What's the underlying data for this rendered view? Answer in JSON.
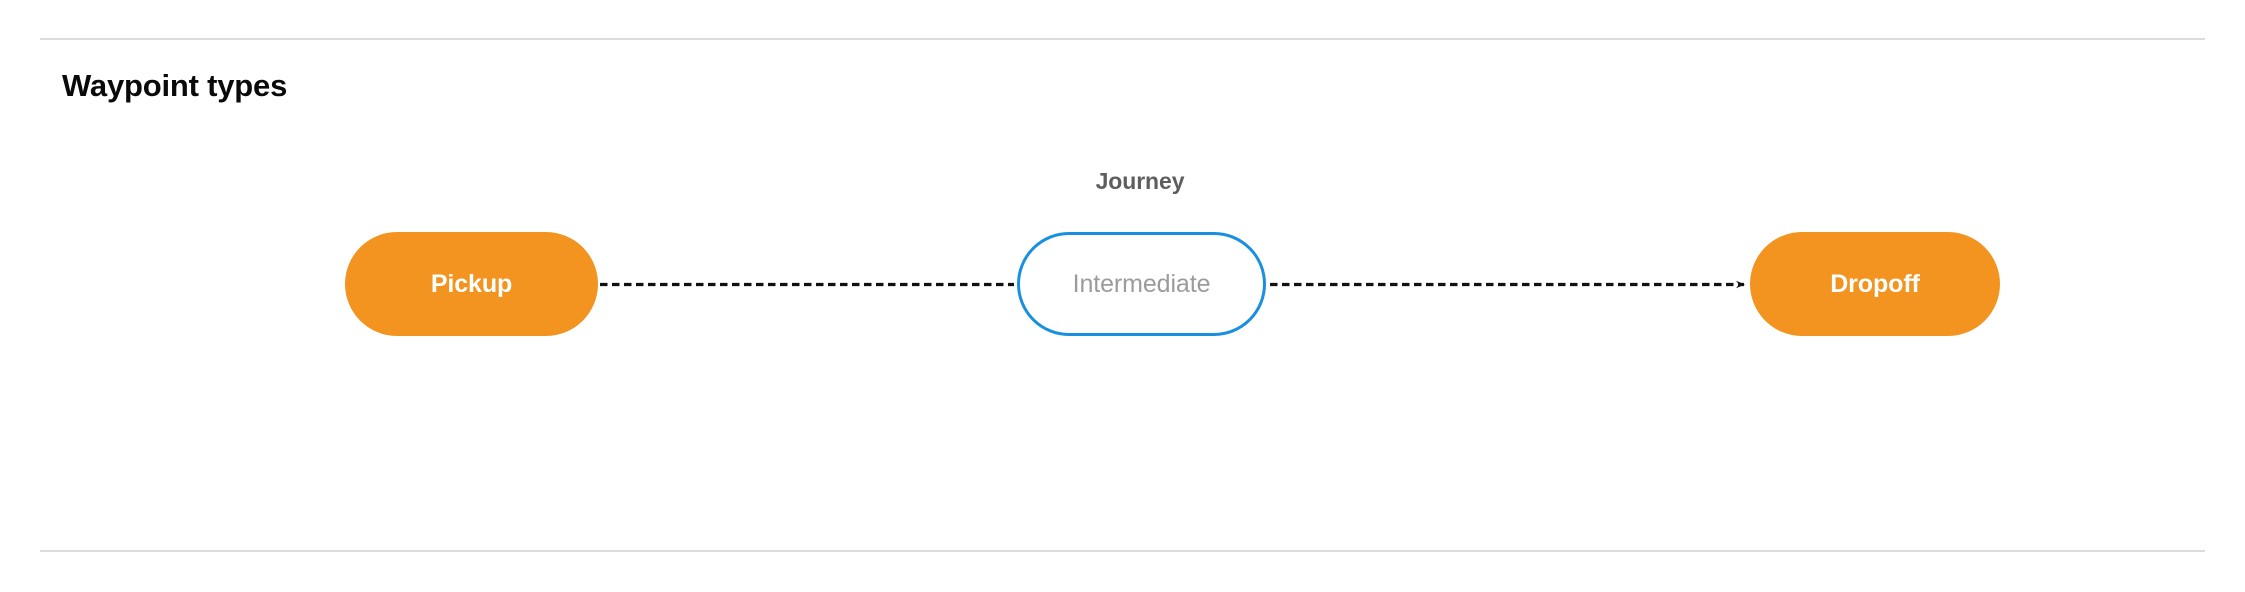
{
  "section": {
    "title": "Waypoint types"
  },
  "diagram": {
    "caption": "Journey",
    "nodes": [
      {
        "id": "pickup",
        "label": "Pickup",
        "style": "filled",
        "fill": "#F2941F",
        "text_color": "#ffffff"
      },
      {
        "id": "intermediate",
        "label": "Intermediate",
        "style": "outline",
        "fill": "#ffffff",
        "border_color": "#1a8fe0",
        "text_color": "#9b9b9b"
      },
      {
        "id": "dropoff",
        "label": "Dropoff",
        "style": "filled",
        "fill": "#F2941F",
        "text_color": "#ffffff"
      }
    ],
    "edges": [
      {
        "from": "pickup",
        "to": "intermediate",
        "line": "dashed",
        "arrowhead": false,
        "color": "#111111"
      },
      {
        "from": "intermediate",
        "to": "dropoff",
        "line": "dashed",
        "arrowhead": true,
        "color": "#111111"
      }
    ]
  },
  "theme": {
    "divider_color": "#dcdcdc",
    "background": "#ffffff",
    "accent_orange": "#F2941F",
    "accent_blue": "#1a8fe0",
    "caption_color": "#5e5e5e"
  }
}
